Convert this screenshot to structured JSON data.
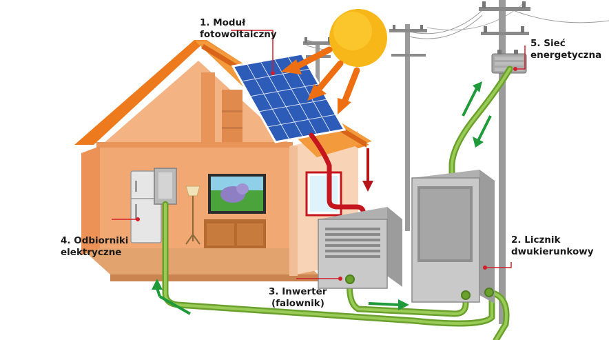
{
  "labels": {
    "pv_module": {
      "line1": "1. Moduł",
      "line2": "fotowoltaiczny"
    },
    "meter": {
      "line1": "2. Licznik",
      "line2": "dwukierunkowy"
    },
    "inverter": {
      "line1": "3. Inwerter",
      "line2": "(falownik)"
    },
    "consumers": {
      "line1": "4. Odbiorniki",
      "line2": "elektryczne"
    },
    "grid": {
      "line1": "5. Sieć",
      "line2": "energetyczna"
    }
  },
  "colors": {
    "sun": "#f7b718",
    "sun_rays": "#ee6f12",
    "roof": "#ee7a1e",
    "wall_inner": "#f2a872",
    "wall_outer": "#f9d3b5",
    "panel": "#2c5bb8",
    "cable_green": "#7fb43a",
    "cable_red": "#c4161c",
    "flow_arrow_green": "#1f9a3a",
    "flow_arrow_red": "#b4161a",
    "device_gray": "#c9c9c9",
    "pole": "#8e8e8e",
    "leader_line": "#d01f2a"
  }
}
